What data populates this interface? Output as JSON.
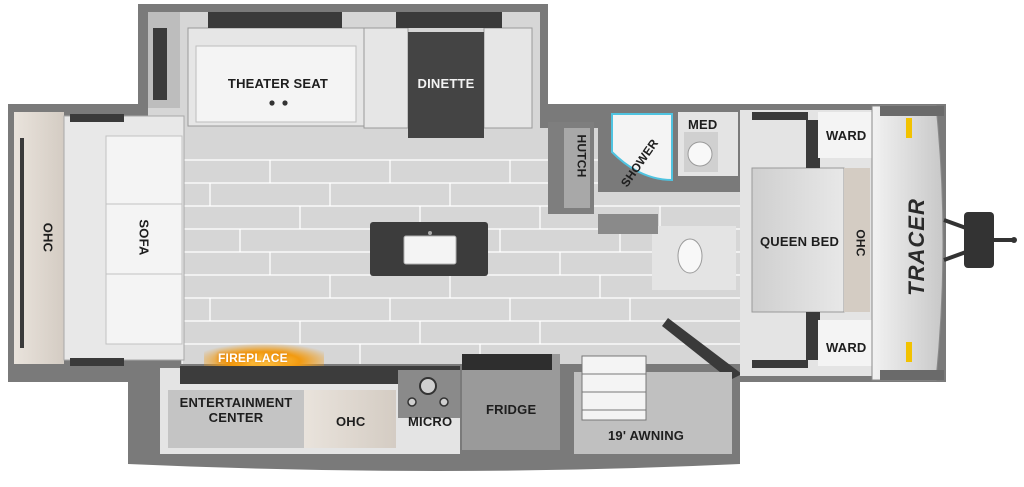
{
  "labels": {
    "theater_seat": "THEATER SEAT",
    "dinette": "DINETTE",
    "ohc_front": "OHC",
    "sofa": "SOFA",
    "hutch": "HUTCH",
    "shower": "SHOWER",
    "med": "MED",
    "ward_top": "WARD",
    "ward_bottom": "WARD",
    "queen_bed": "QUEEN BED",
    "ohc_bedroom": "OHC",
    "fireplace": "FIREPLACE",
    "entertainment_center": "ENTERTAINMENT\nCENTER",
    "ohc_slide": "OHC",
    "micro": "MICRO",
    "fridge": "FRIDGE",
    "awning": "19' AWNING"
  },
  "brand": "TRACER",
  "colors": {
    "wall": "#6e6e6e",
    "floor": "#d6d6d6",
    "floor_line": "#ffffff",
    "cabinet": "#9a9a9a",
    "dark": "#3a3a3a",
    "cushion": "#e6e6e6",
    "fireplace_glow": "#f29a10"
  }
}
